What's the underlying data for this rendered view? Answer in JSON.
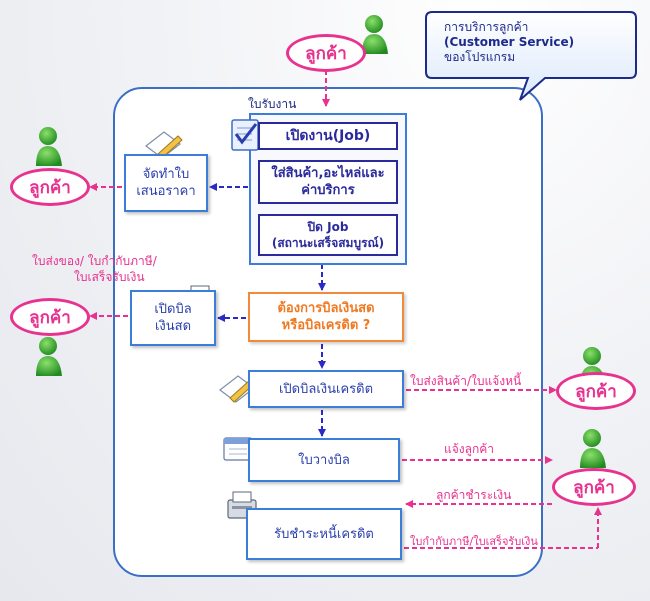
{
  "callout": {
    "line1": "การบริการลูกค้า",
    "line2": "(Customer Service)",
    "line3": "ของโปรแกรม"
  },
  "customer_label": "ลูกค้า",
  "nodes": {
    "receipt_label": "ใบรับงาน",
    "open_job": "เปิดงาน(Job)",
    "add_items_line1": "ใส่สินค้า,อะไหล่และ",
    "add_items_line2": "ค่าบริการ",
    "close_job_line1": "ปิด Job",
    "close_job_line2": "(สถานะเสร็จสมบูรณ์)",
    "quotation_line1": "จัดทำใบ",
    "quotation_line2": "เสนอราคา",
    "cash_bill_line1": "เปิดบิล",
    "cash_bill_line2": "เงินสด",
    "decision_line1": "ต้องการบิลเงินสด",
    "decision_line2": "หรือบิลเครดิต ?",
    "credit_bill": "เปิดบิลเงินเครดิต",
    "billing_note": "ใบวางบิล",
    "credit_payment": "รับชำระหนี้เครดิต"
  },
  "edge_labels": {
    "cash_docs_line1": "ใบส่งของ/ ใบกำกับภาษี/",
    "cash_docs_line2": "ใบเสร็จรับเงิน",
    "credit_docs": "ใบส่งสินค้า/ใบแจ้งหนี้",
    "notify_customer": "แจ้งลูกค้า",
    "customer_pays": "ลูกค้าชำระเงิน",
    "tax_receipt": "ใบกำกับภาษี/ใบเสร็จรับเงิน"
  },
  "colors": {
    "pink": "#e8328f",
    "navy": "#2a2a9c",
    "blue": "#3b7dd8",
    "orange": "#f28a3c"
  }
}
